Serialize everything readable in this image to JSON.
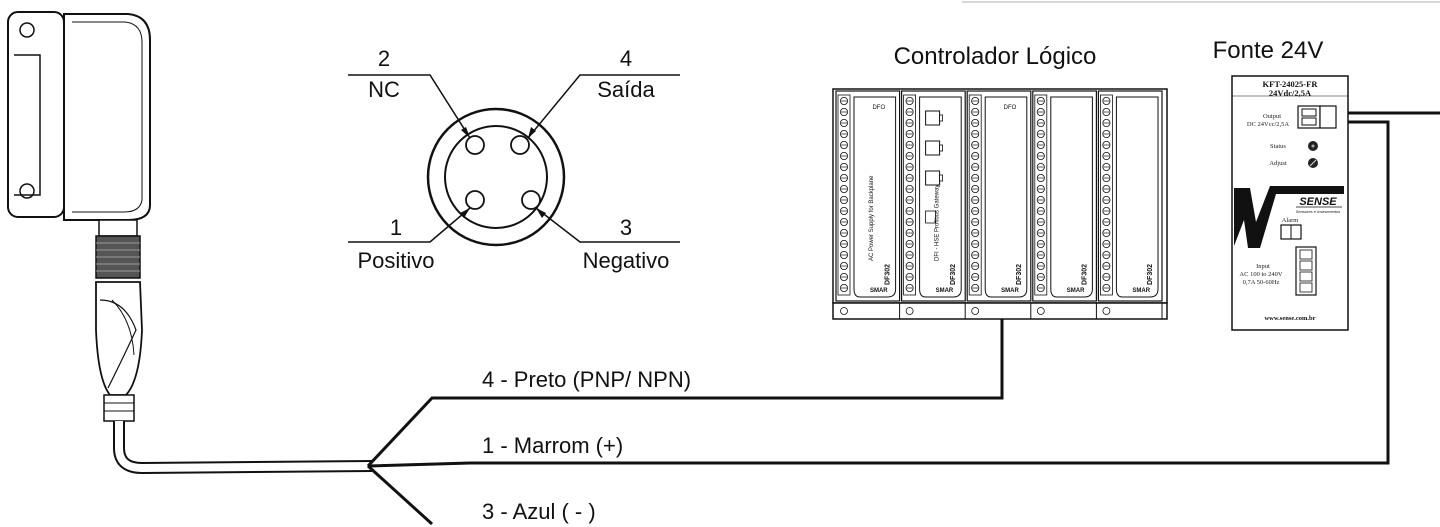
{
  "connector": {
    "pins": [
      {
        "number": "2",
        "label": "NC"
      },
      {
        "number": "4",
        "label": "Saída"
      },
      {
        "number": "1",
        "label": "Positivo"
      },
      {
        "number": "3",
        "label": "Negativo"
      }
    ]
  },
  "controller": {
    "title": "Controlador Lógico",
    "modules": [
      {
        "model": "DF302",
        "brand": "SMAR",
        "side_text": "AC Power Supply for Backplane",
        "tag": "DFO"
      },
      {
        "model": "DF302",
        "brand": "SMAR",
        "side_text": "DFI - HSE Profibus Gateway",
        "tag": ""
      },
      {
        "model": "DF302",
        "brand": "SMAR",
        "side_text": "",
        "tag": "DFO"
      },
      {
        "model": "DF302",
        "brand": "SMAR",
        "side_text": "",
        "tag": ""
      },
      {
        "model": "DF302",
        "brand": "SMAR",
        "side_text": "",
        "tag": ""
      }
    ]
  },
  "power_supply": {
    "title": "Fonte 24V",
    "model": "KFT-24025-FR",
    "rating": "24Vdc/2,5A",
    "output_label": "Output",
    "output_spec": "DC 24Vcc/2,5A",
    "status_label": "Status",
    "adjust_label": "Adjust",
    "brand": "SENSE",
    "brand_sub": "Sensores e Instrumentos",
    "alarm_label": "Alarm",
    "input_label": "Input",
    "input_spec_1": "AC 100 to 240V",
    "input_spec_2": "0,7A 50-60Hz",
    "website": "www.sense.com.br"
  },
  "wires": [
    {
      "label": "4 - Preto (PNP/ NPN)"
    },
    {
      "label": "1 - Marrom (+)"
    },
    {
      "label": "3 - Azul ( - )"
    }
  ]
}
